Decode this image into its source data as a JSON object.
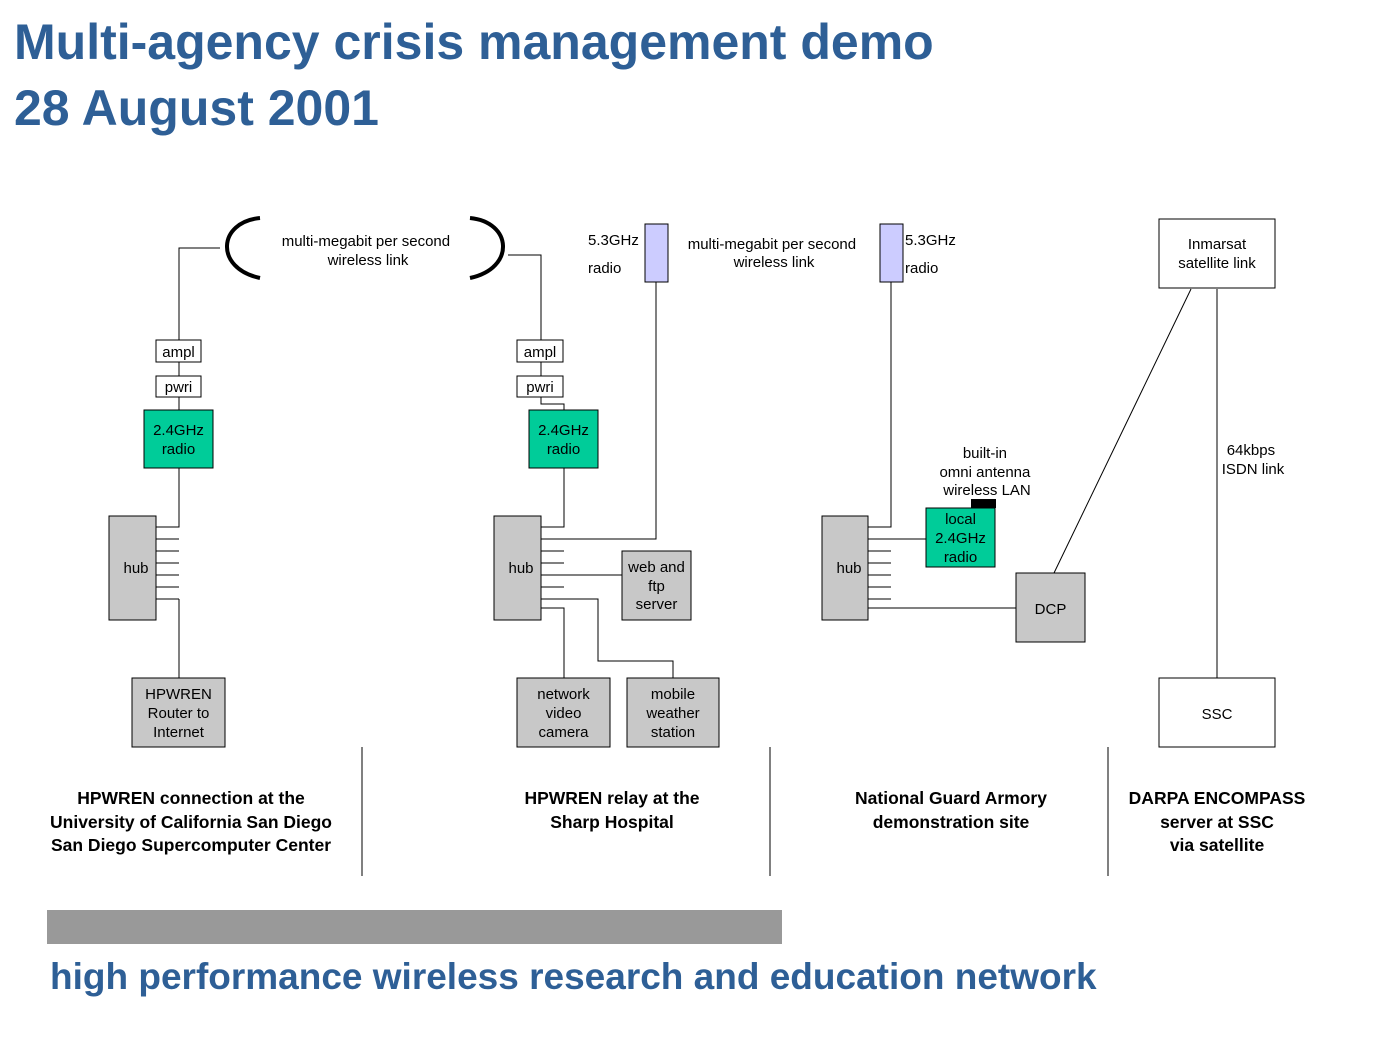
{
  "title": {
    "line1": "Multi-agency crisis management demo",
    "line2": "28 August 2001"
  },
  "links": {
    "left_wireless": [
      "multi-megabit per second",
      "wireless link"
    ],
    "right_wireless": [
      "multi-megabit per second",
      "wireless link"
    ],
    "radio_53_a": [
      "5.3GHz",
      "radio"
    ],
    "radio_53_b": [
      "5.3GHz",
      "radio"
    ],
    "isdn": [
      "64kbps",
      "ISDN link"
    ],
    "builtin_antenna": [
      "built-in",
      "omni antenna",
      "wireless LAN"
    ]
  },
  "nodes": {
    "ampl_ucsd": "ampl",
    "pwri_ucsd": "pwri",
    "radio_ucsd": [
      "2.4GHz",
      "radio"
    ],
    "hub_ucsd": "hub",
    "router_ucsd": [
      "HPWREN",
      "Router to",
      "Internet"
    ],
    "ampl_sharp": "ampl",
    "pwri_sharp": "pwri",
    "radio_sharp": [
      "2.4GHz",
      "radio"
    ],
    "hub_sharp": "hub",
    "webftp_sharp": [
      "web and",
      "ftp",
      "server"
    ],
    "camera_sharp": [
      "network",
      "video",
      "camera"
    ],
    "weather_sharp": [
      "mobile",
      "weather",
      "station"
    ],
    "hub_armory": "hub",
    "localradio_armory": [
      "local",
      "2.4GHz",
      "radio"
    ],
    "dcp_armory": "DCP",
    "inmarsat": [
      "Inmarsat",
      "satellite link"
    ],
    "ssc": "SSC"
  },
  "captions": {
    "ucsd": [
      "HPWREN connection at the",
      "University of California San Diego",
      "San Diego Supercomputer Center"
    ],
    "sharp": [
      "HPWREN relay at the",
      "Sharp Hospital"
    ],
    "armory": [
      "National Guard Armory",
      "demonstration site"
    ],
    "darpa": [
      "DARPA ENCOMPASS",
      "server at SSC",
      "via satellite"
    ]
  },
  "footer": {
    "tagline": "high performance wireless research and education network"
  },
  "colors": {
    "title": "#2e5f96",
    "radio_fill": "#00cc99",
    "device_fill": "#c8c8c8",
    "antenna_fill": "#ccccff",
    "footer_bar": "#999999"
  }
}
